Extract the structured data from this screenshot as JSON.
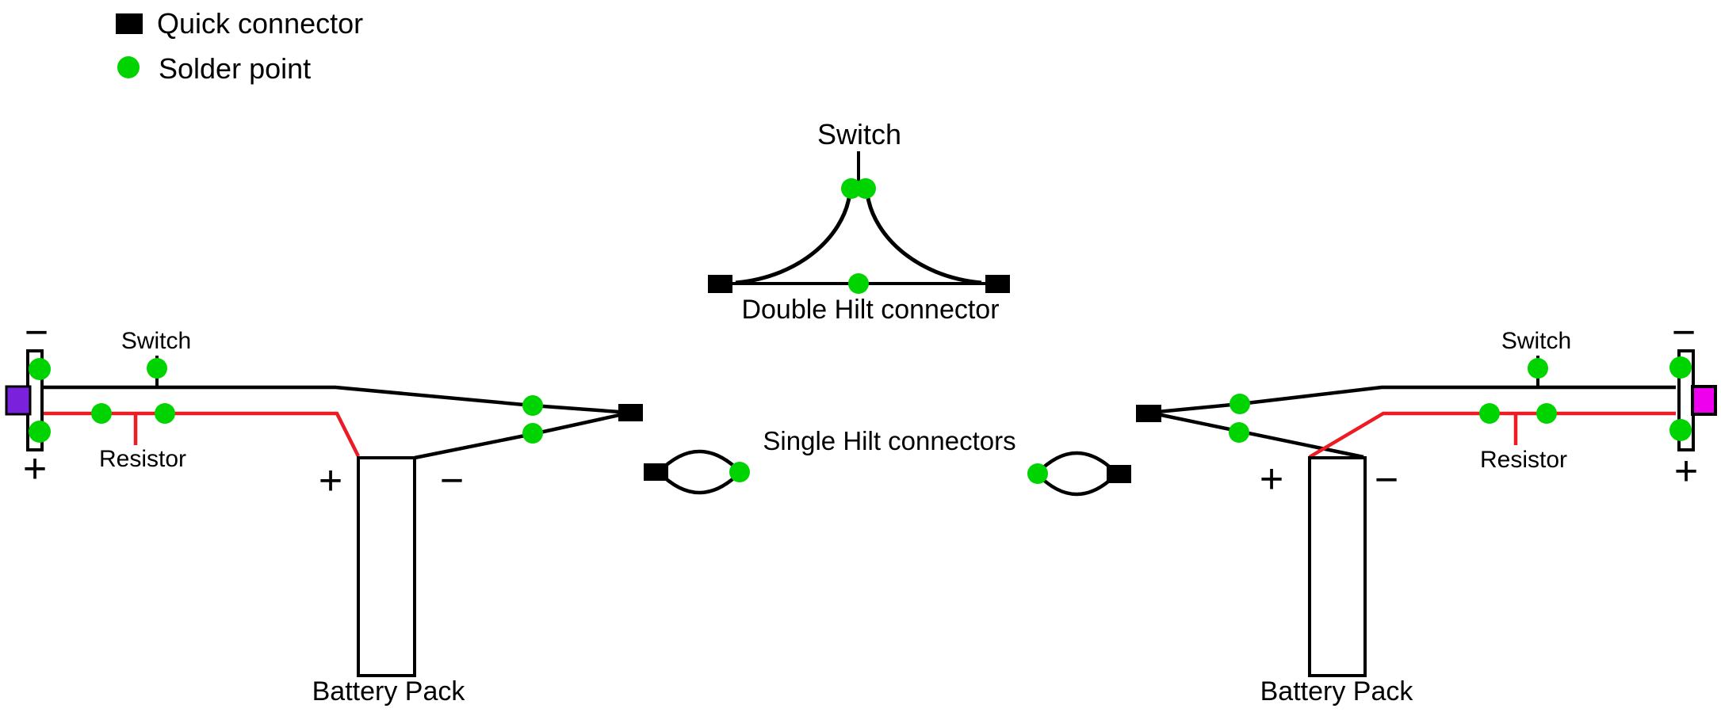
{
  "colors": {
    "background": "#ffffff",
    "wire_black": "#000000",
    "wire_red": "#ed1c24",
    "solder_green": "#00d400",
    "led_left_fill": "#7a22db",
    "led_right_fill": "#ee00ee"
  },
  "legend": {
    "quick_connector": "Quick connector",
    "solder_point": "Solder point"
  },
  "top": {
    "switch_label": "Switch",
    "connector_label": "Double Hilt connector"
  },
  "center": {
    "label": "Single Hilt connectors"
  },
  "left": {
    "switch_label": "Switch",
    "resistor_label": "Resistor",
    "battery_label": "Battery Pack",
    "led_minus": "−",
    "led_plus": "+",
    "battery_plus": "+",
    "battery_minus": "−"
  },
  "right": {
    "switch_label": "Switch",
    "resistor_label": "Resistor",
    "battery_label": "Battery Pack",
    "led_minus": "−",
    "led_plus": "+",
    "battery_plus": "+",
    "battery_minus": "−"
  }
}
